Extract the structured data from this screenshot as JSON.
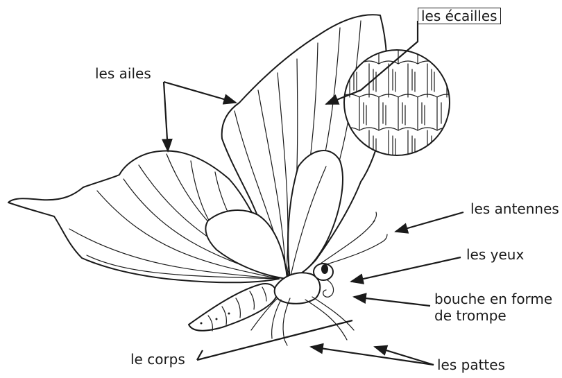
{
  "labels": {
    "scales": "les écailles",
    "wings": "les ailes",
    "antennae": "les antennes",
    "eyes": "les yeux",
    "mouth_line1": "bouche en forme",
    "mouth_line2": "de trompe",
    "body": "le corps",
    "legs": "les pattes"
  }
}
